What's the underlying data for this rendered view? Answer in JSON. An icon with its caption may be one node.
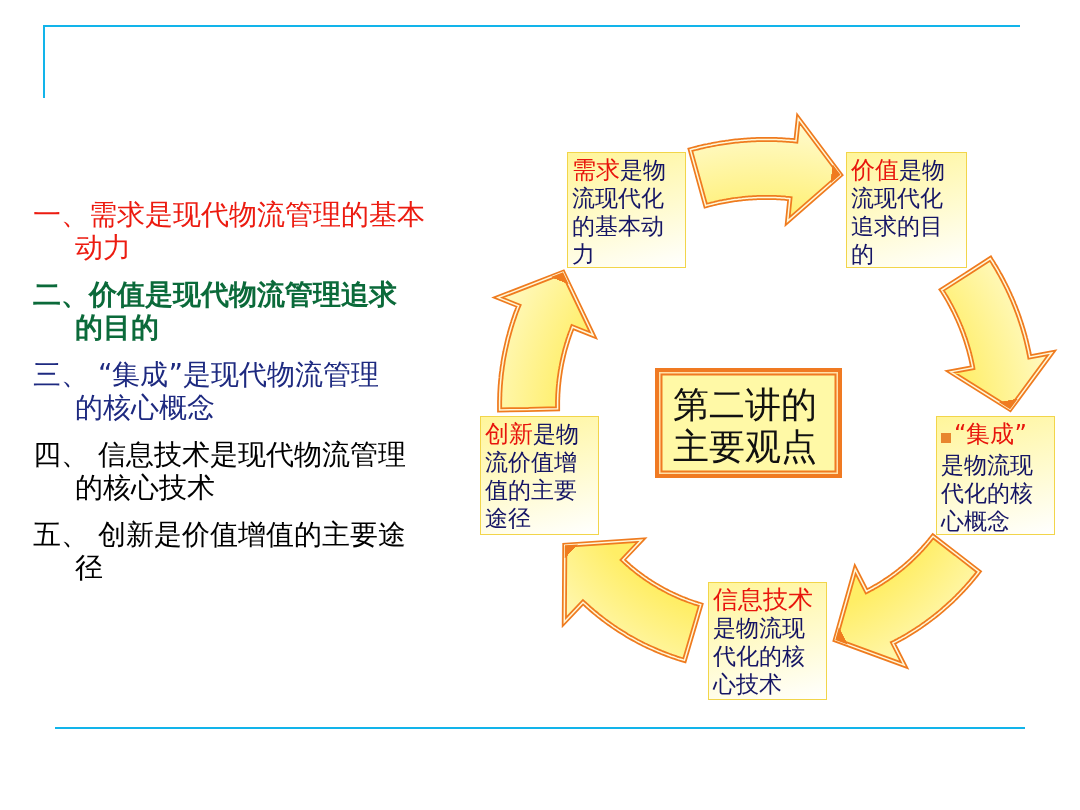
{
  "diagram": {
    "nodes": [
      {
        "text": [
          "需求",
          "是物流现代化的基本动力"
        ]
      },
      {
        "text": [
          "价值",
          "是物流现代化追求的目的"
        ]
      },
      {
        "text": [
          "“集成”",
          "是物流现代化的核心概念"
        ]
      },
      {
        "text": [
          "信息技术",
          "是物流现代化的核心技术"
        ]
      },
      {
        "text": [
          "创新",
          "是物流价值增值的主要途径"
        ]
      },
      {
        "text": [
          "第二讲的主要观点"
        ]
      }
    ],
    "edges": [
      {
        "from": 0,
        "to": 1,
        "arrow": "to"
      },
      {
        "from": 1,
        "to": 2,
        "arrow": "to"
      },
      {
        "from": 2,
        "to": 3,
        "arrow": "to"
      },
      {
        "from": 3,
        "to": 4,
        "arrow": "to"
      },
      {
        "from": 4,
        "to": 0,
        "arrow": "to"
      }
    ],
    "labels": [
      "一、需求是现代物流管理的基本动力",
      "二、价值是现代物流管理追求的目的",
      "三、 “集成”是现代物流管理的核心概念",
      "四、 信息技术是现代物流管理的核心技术",
      "五、 创新是价值增值的主要途径"
    ]
  }
}
